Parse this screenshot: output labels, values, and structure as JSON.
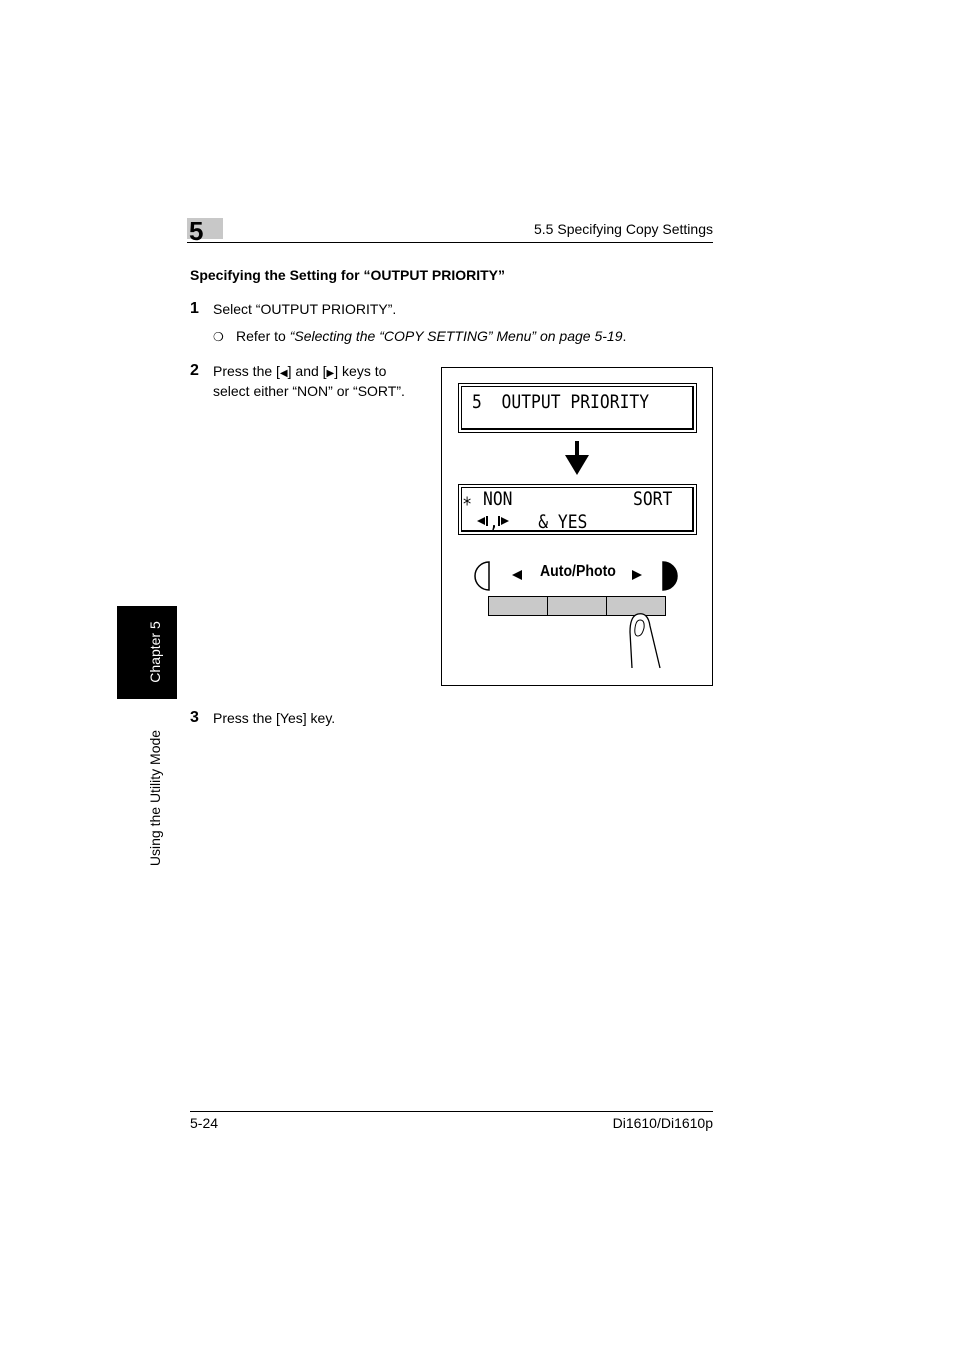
{
  "header": {
    "chapter_number": "5",
    "section_title": "5.5 Specifying Copy Settings"
  },
  "heading": "Specifying the Setting for “OUTPUT PRIORITY”",
  "steps": [
    {
      "number": "1",
      "text": "Select “OUTPUT PRIORITY”.",
      "reference": {
        "bullet": "❍",
        "prefix": "Refer to ",
        "link": "“Selecting the “COPY SETTING” Menu” on page 5-19",
        "suffix": "."
      }
    },
    {
      "number": "2",
      "text_part1": "Press the [",
      "text_part2": "] and [",
      "text_part3": "] keys to",
      "text_line2": "select either “NON” or “SORT”."
    },
    {
      "number": "3",
      "text": "Press the [Yes] key."
    }
  ],
  "illustration": {
    "display1_line1": "5  OUTPUT PRIORITY",
    "display2_star": "⁎",
    "display2_line1_left": "NON",
    "display2_line1_right": "SORT",
    "display2_line2": ",    & YES",
    "panel_label": "Auto/Photo"
  },
  "side_tab": {
    "chapter_label": "Chapter 5",
    "mode_label": "Using the Utility Mode"
  },
  "footer": {
    "page_number": "5-24",
    "model": "Di1610/Di1610p"
  }
}
